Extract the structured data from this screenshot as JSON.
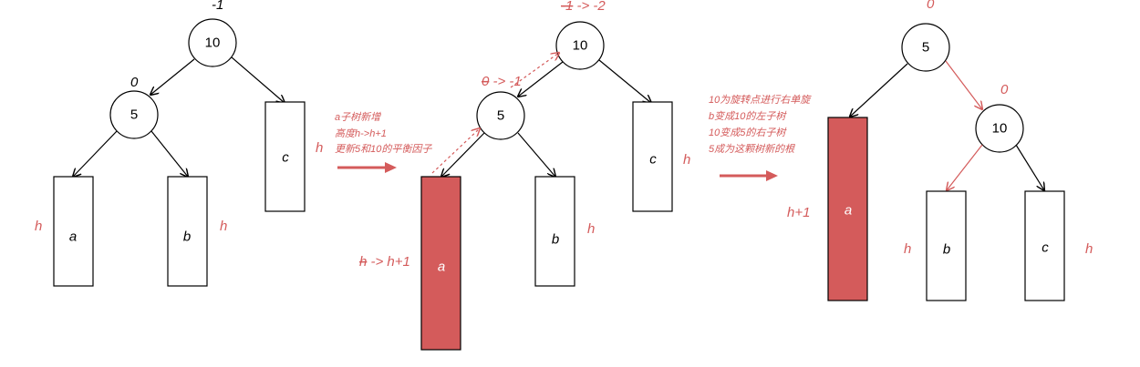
{
  "colors": {
    "accent": "#d45b5b",
    "line": "#000000",
    "background": "#ffffff"
  },
  "panel1": {
    "root_value": "10",
    "root_bf": "-1",
    "child_value": "5",
    "child_bf": "0",
    "subtree_a": "a",
    "subtree_b": "b",
    "subtree_c": "c",
    "height_a": "h",
    "height_b": "h",
    "height_c": "h"
  },
  "transition1": {
    "lines": [
      "a子树新增",
      "高度h->h+1",
      "更新5和10的平衡因子"
    ]
  },
  "panel2": {
    "root_value": "10",
    "root_bf_old": "-1",
    "root_bf_new": " -> -2",
    "child_value": "5",
    "child_bf_old": "0",
    "child_bf_new": " -> -1",
    "subtree_a": "a",
    "subtree_b": "b",
    "subtree_c": "c",
    "height_a_old": "h",
    "height_a_new": " -> h+1",
    "height_b": "h",
    "height_c": "h"
  },
  "transition2": {
    "lines": [
      "10为旋转点进行右单旋",
      "b变成10的左子树",
      "10变成5的右子树",
      "5成为这颗树新的根"
    ]
  },
  "panel3": {
    "root_value": "5",
    "root_bf": "0",
    "child_value": "10",
    "child_bf": "0",
    "subtree_a": "a",
    "subtree_b": "b",
    "subtree_c": "c",
    "height_a": "h+1",
    "height_b": "h",
    "height_c": "h"
  }
}
